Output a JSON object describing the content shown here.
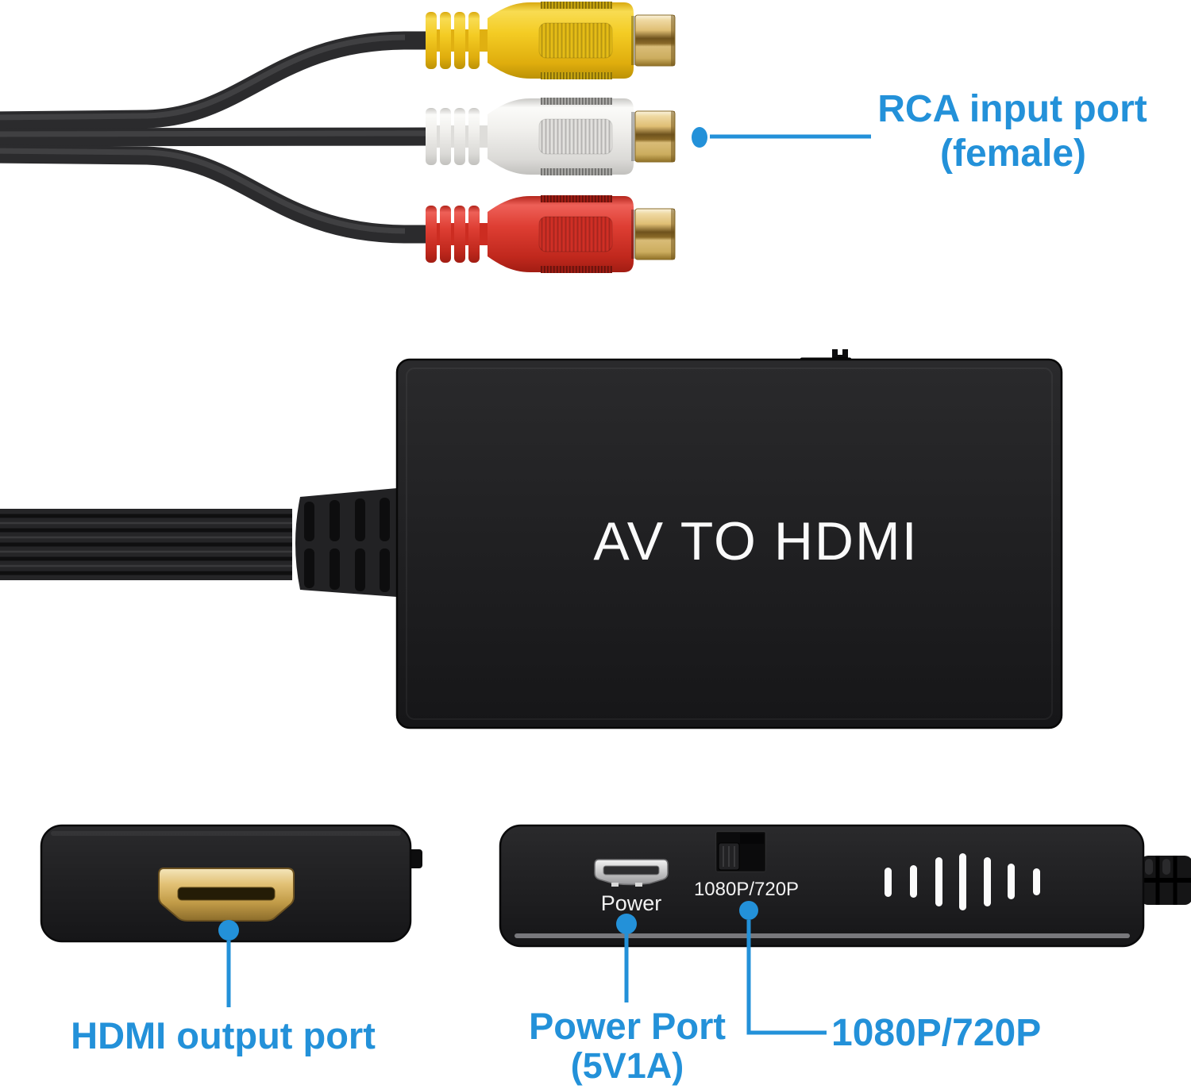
{
  "colors": {
    "callout_blue": "#2391D9",
    "rca_yellow": "#F3C91F",
    "rca_white": "#F1F0ED",
    "rca_red": "#DE3E33",
    "connector_gold": "#DFBE74",
    "device_black": "#1E1E20"
  },
  "callouts": {
    "rca_input": {
      "line1": "RCA input port",
      "line2": "(female)"
    },
    "hdmi_output": {
      "label": "HDMI output port"
    },
    "power_port": {
      "line1": "Power Port",
      "line2": "(5V1A)"
    },
    "resolution": {
      "label": "1080P/720P"
    }
  },
  "converter": {
    "front_label": "AV TO HDMI",
    "power_port_label": "Power",
    "resolution_switch_label": "1080P/720P"
  }
}
